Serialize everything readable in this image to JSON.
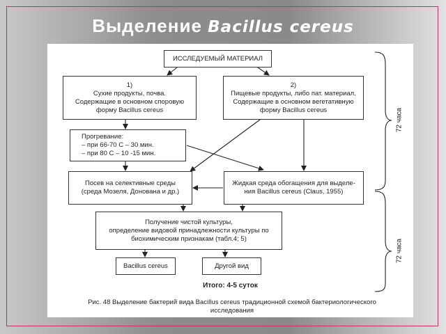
{
  "slide": {
    "title_ru": "Выделение",
    "title_latin": "Bacillus cereus"
  },
  "diagram": {
    "material": "ИССЛЕДУЕМЫЙ МАТЕРИАЛ",
    "box1": [
      "1)",
      "Сухие продукты, почва.",
      "Содержащие в основном споровую",
      "форму Bacillus cereus"
    ],
    "box2": [
      "2)",
      "Пищевые продукты, либо пат. материал.",
      "Содержащие в основном вегетативную",
      "форму Bacillus cereus"
    ],
    "heating": [
      "Прогревание:",
      "– при 66-70 С – 30 мин.",
      "– при 80 С – 10 -15 мин."
    ],
    "selective": [
      "Посев на селективные среды",
      "(среда Мозеля, Донована и др.)"
    ],
    "enrichment": [
      "Жидкая среда обогащения для выделе-",
      "ния Bacillus cereus (Claus, 1955)"
    ],
    "pure_culture": [
      "Получение чистой культуры,",
      "определение видовой принадлежности культуры по",
      "биохимическим признакам (табл.4; 5)"
    ],
    "result_a": "Bacillus cereus",
    "result_b": "Другой вид",
    "brace_top": "72 часа",
    "brace_bottom": "72 часа",
    "total": "Итого: 4-5 суток",
    "caption": [
      "Рис. 48 Выделение бактерий вида Bacillus cereus традиционной схемой бактериологического",
      "исследования"
    ]
  }
}
